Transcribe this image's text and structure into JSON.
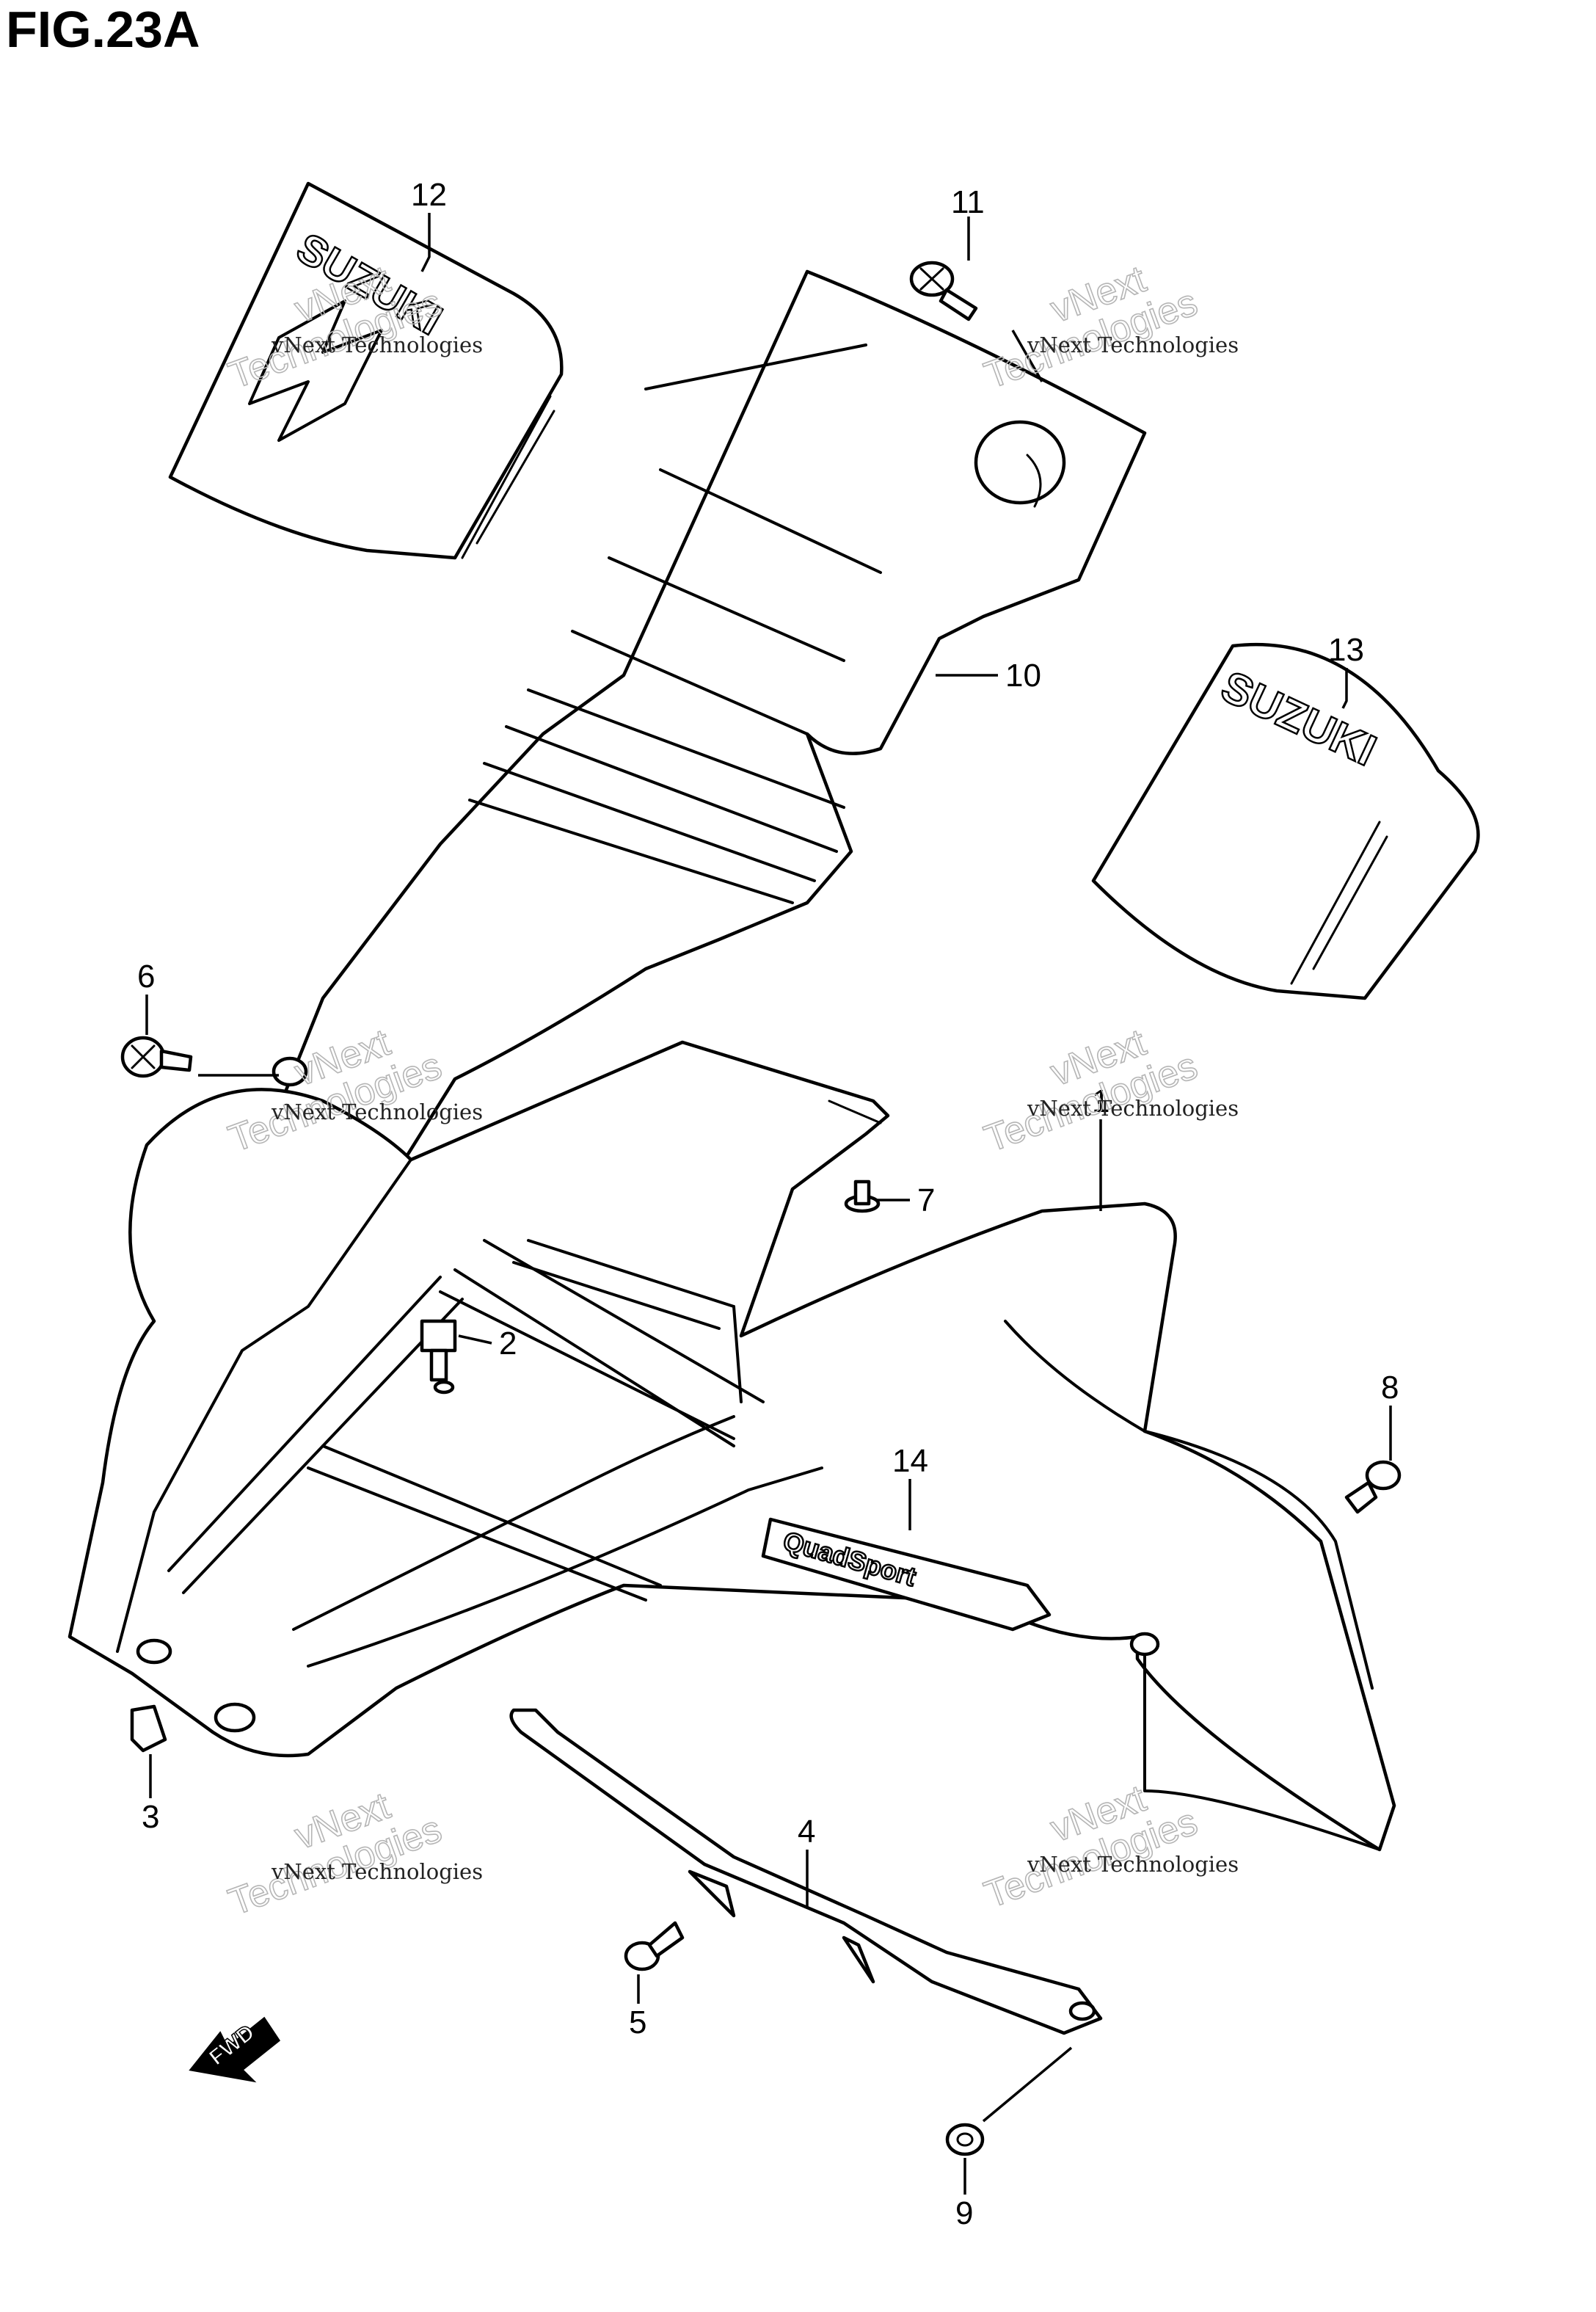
{
  "figure": {
    "title": "FIG.23A"
  },
  "callouts": [
    {
      "id": "1",
      "text": "1"
    },
    {
      "id": "2",
      "text": "2"
    },
    {
      "id": "3",
      "text": "3"
    },
    {
      "id": "4",
      "text": "4"
    },
    {
      "id": "5",
      "text": "5"
    },
    {
      "id": "6",
      "text": "6"
    },
    {
      "id": "7",
      "text": "7"
    },
    {
      "id": "8",
      "text": "8"
    },
    {
      "id": "9",
      "text": "9"
    },
    {
      "id": "10",
      "text": "10"
    },
    {
      "id": "11",
      "text": "11"
    },
    {
      "id": "12",
      "text": "12"
    },
    {
      "id": "13",
      "text": "13"
    },
    {
      "id": "14",
      "text": "14"
    }
  ],
  "decals": {
    "brand": "SUZUKI",
    "model": "QuadSport"
  },
  "direction_badge": "FWD",
  "watermark": {
    "line1": "vNext Technologies",
    "line2a": "vNext",
    "line2b": "Technologies"
  }
}
